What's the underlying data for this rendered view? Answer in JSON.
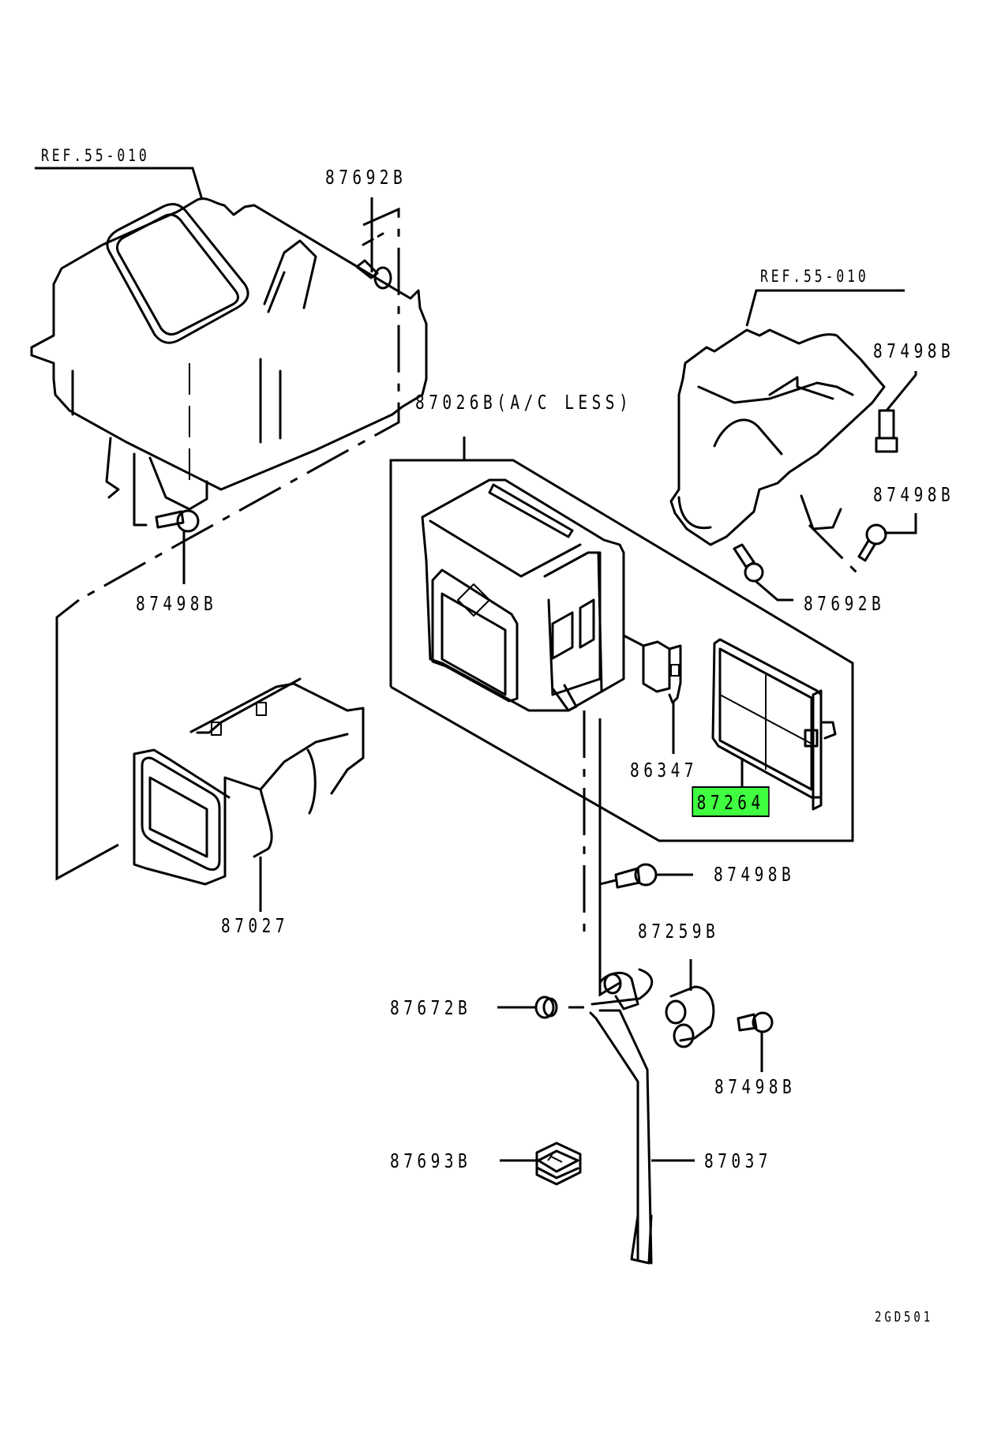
{
  "diagram": {
    "type": "exploded parts diagram",
    "drawing_code": "2GD501",
    "highlight_color": "#40ff40",
    "labels": {
      "ref_left": "REF.55-010",
      "ref_right": "REF.55-010",
      "bolt_top": "87692B",
      "bolt_left": "87498B",
      "heater_case": "87026B(A/C LESS)",
      "bolt_right_top": "87498B",
      "bolt_right_mid": "87498B",
      "bolt_right_lower": "87692B",
      "resistor": "86347",
      "filter": "87264",
      "duct": "87027",
      "bolt_center": "87498B",
      "clamp": "87259B",
      "grommet": "87672B",
      "bolt_clamp": "87498B",
      "plug": "87693B",
      "drain_hose": "87037"
    },
    "highlighted_part": "87264"
  }
}
